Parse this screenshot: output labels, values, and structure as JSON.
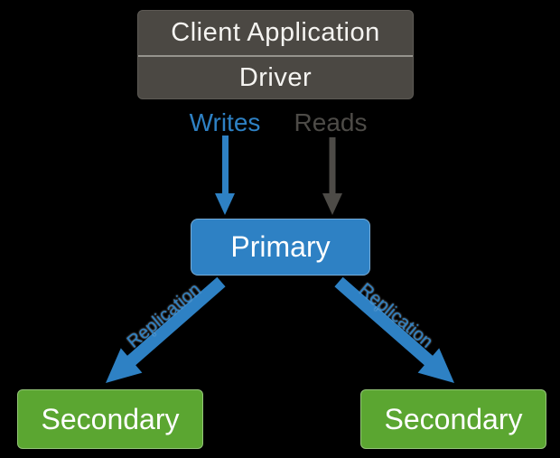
{
  "diagram": {
    "title_semantic": "Replica set read/write flow diagram",
    "client_box": {
      "title": "Client Application",
      "subtitle": "Driver"
    },
    "flows": {
      "writes_label": "Writes",
      "reads_label": "Reads"
    },
    "primary": {
      "label": "Primary"
    },
    "secondaries": [
      {
        "label": "Secondary"
      },
      {
        "label": "Secondary"
      }
    ],
    "replication": {
      "left_label": "Replication",
      "right_label": "Replication"
    },
    "colors": {
      "background": "#000000",
      "client_box_gray": "#4b4843",
      "divider_gray": "#96948e",
      "accent_blue": "#2e81c4",
      "reads_gray": "#4d4b47",
      "secondary_green": "#5ba631",
      "text_white": "#ffffff"
    }
  }
}
